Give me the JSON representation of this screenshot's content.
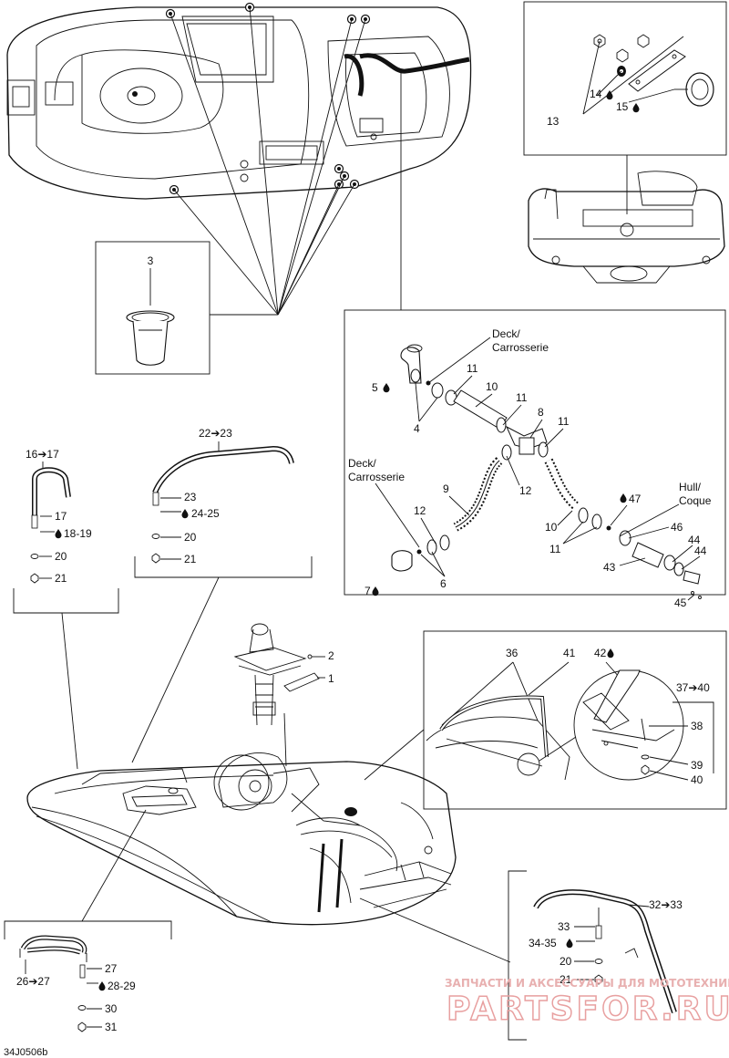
{
  "diagram_code": "34J0506b",
  "callouts": {
    "c1": "1",
    "c2": "2",
    "c3": "3",
    "c4": "4",
    "c5": "5",
    "c6": "6",
    "c7": "7",
    "c8": "8",
    "c9": "9",
    "c10a": "10",
    "c10b": "10",
    "c11a": "11",
    "c11b": "11",
    "c11c": "11",
    "c11d": "11",
    "c12a": "12",
    "c12b": "12",
    "c13": "13",
    "c14": "14",
    "c15": "15",
    "c16_17": "16➔17",
    "c17": "17",
    "c18_19": "18-19",
    "c20a": "20",
    "c21a": "21",
    "c22_23": "22➔23",
    "c23": "23",
    "c24_25": "24-25",
    "c20b": "20",
    "c21b": "21",
    "c26_27": "26➔27",
    "c27": "27",
    "c28_29": "28-29",
    "c30": "30",
    "c31": "31",
    "c32_33": "32➔33",
    "c33": "33",
    "c34_35": "34-35",
    "c20c": "20",
    "c21c": "21",
    "c36": "36",
    "c37_40": "37➔40",
    "c38": "38",
    "c39": "39",
    "c40": "40",
    "c41": "41",
    "c42": "42",
    "c43": "43",
    "c44a": "44",
    "c44b": "44",
    "c45": "45",
    "c46": "46",
    "c47": "47"
  },
  "labels": {
    "deck_top_1": "Deck/",
    "deck_top_2": "Carrosserie",
    "deck_left_1": "Deck/",
    "deck_left_2": "Carrosserie",
    "hull_1": "Hull/",
    "hull_2": "Coque"
  },
  "watermark": {
    "caption": "ЗАПЧАСТИ И АКСЕССУАРЫ ДЛЯ МОТОТЕХНИКИ",
    "logo": "PARTSFOR.RU"
  }
}
